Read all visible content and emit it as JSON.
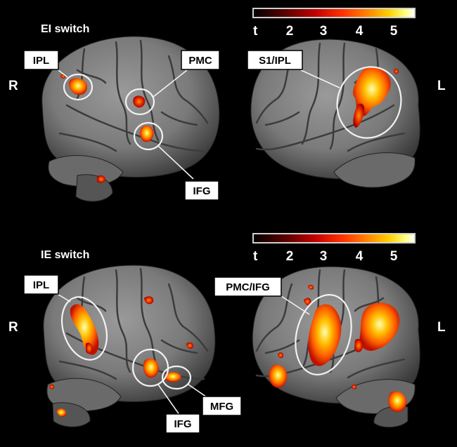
{
  "panels": [
    {
      "title": "EI switch",
      "hemisphere_left_letter": "R",
      "hemisphere_right_letter": "L",
      "labels": [
        "IPL",
        "PMC",
        "IFG",
        "S1/IPL"
      ]
    },
    {
      "title": "IE switch",
      "hemisphere_left_letter": "R",
      "hemisphere_right_letter": "L",
      "labels": [
        "IPL",
        "IFG",
        "MFG",
        "PMC/IFG"
      ]
    }
  ],
  "colorbar": {
    "symbol": "t",
    "ticks": [
      "2",
      "3",
      "4",
      "5"
    ],
    "colors": [
      "#000000",
      "#5a0000",
      "#c00000",
      "#ff3000",
      "#ff8000",
      "#ffd000",
      "#ffff80",
      "#ffffff"
    ]
  }
}
